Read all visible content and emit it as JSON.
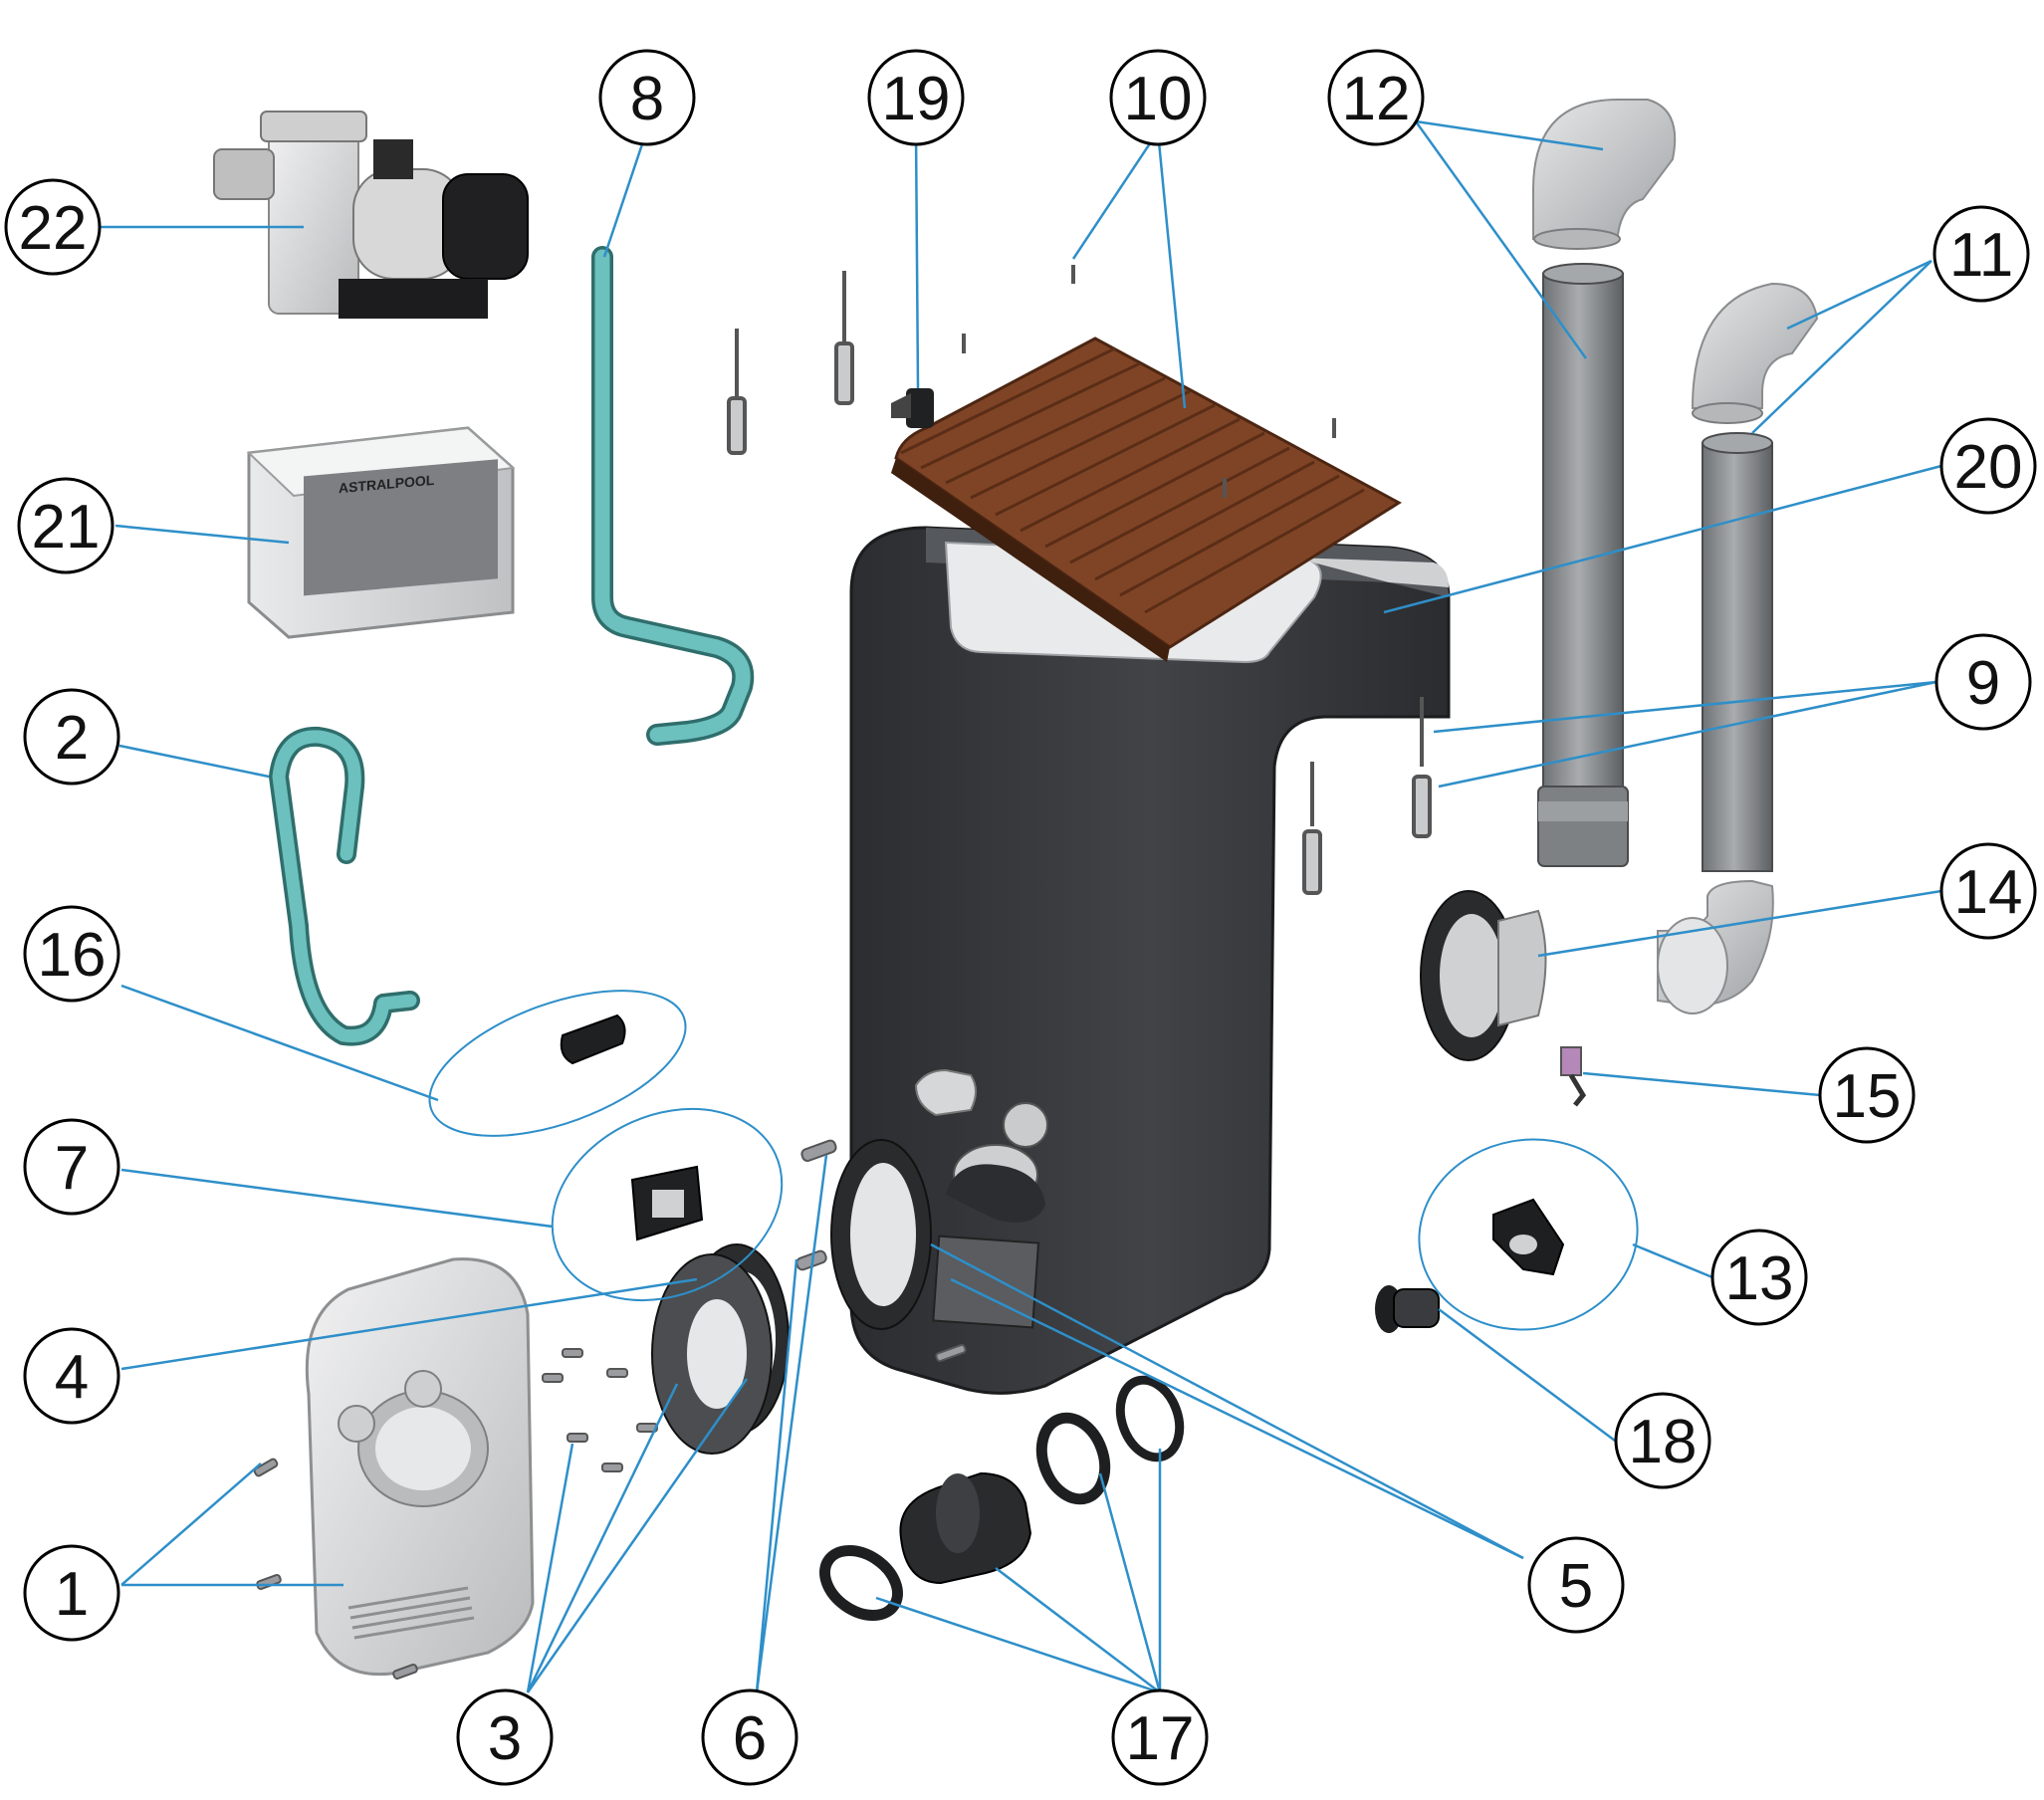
{
  "colors": {
    "leader": "#2e8fc9",
    "body_dark": "#3b3d41",
    "body_edge": "#2a2b2e",
    "wood": "#8a4a2a",
    "wood_dark": "#5e2f18",
    "pipe_grey": "#8f9295",
    "pipe_light": "#c9cbcd",
    "hose": "#5fb3b0",
    "hose_edge": "#2f6e6c",
    "panel": "#d9dadc",
    "metal": "#b8babc",
    "black_part": "#1e1e20"
  },
  "parts": {
    "label_1": "1",
    "label_2": "2",
    "label_3": "3",
    "label_4": "4",
    "label_5": "5",
    "label_6": "6",
    "label_7": "7",
    "label_8": "8",
    "label_9": "9",
    "label_10": "10",
    "label_11": "11",
    "label_12": "12",
    "label_13": "13",
    "label_14": "14",
    "label_15": "15",
    "label_16": "16",
    "label_17": "17",
    "label_18": "18",
    "label_19": "19",
    "label_20": "20",
    "label_21": "21",
    "label_22": "22"
  },
  "control_box": {
    "brand": "ASTRALPOOL"
  }
}
